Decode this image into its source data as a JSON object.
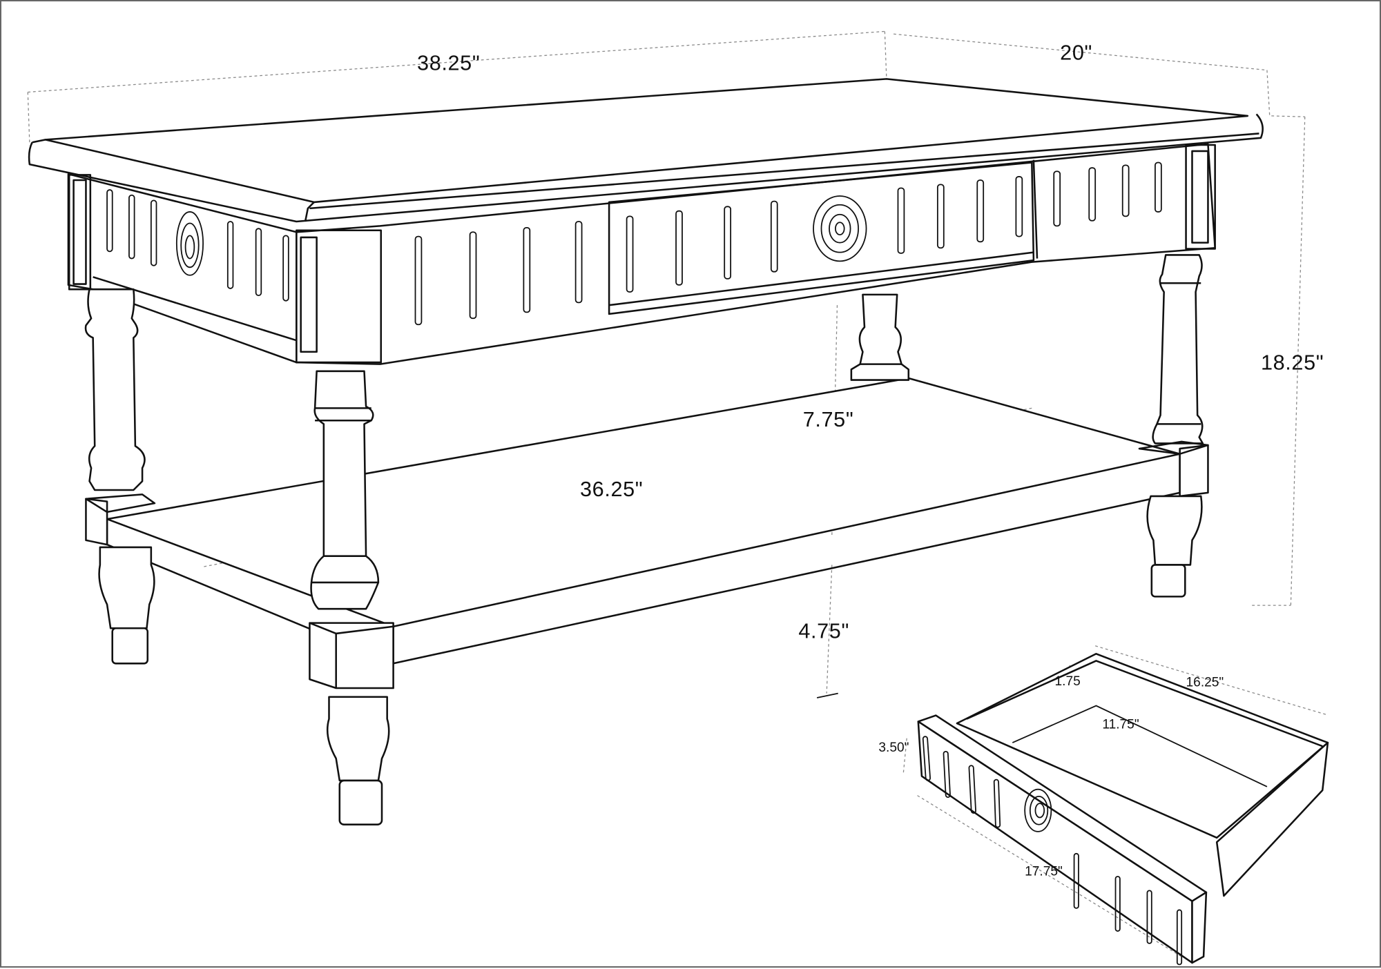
{
  "title": "Coffee table dimension drawing",
  "table": {
    "dimensions": {
      "top_length": "38.25\"",
      "top_depth": "20\"",
      "overall_height": "18.25\"",
      "shelf_length": "36.25\"",
      "shelf_to_apron": "7.75\"",
      "shelf_clearance": "4.75\""
    }
  },
  "drawer": {
    "dimensions": {
      "depth_inner": "1.75",
      "side_length": "16.25\"",
      "inner_width": "11.75\"",
      "front_height": "3.50\"",
      "front_width": "17.75\""
    }
  }
}
